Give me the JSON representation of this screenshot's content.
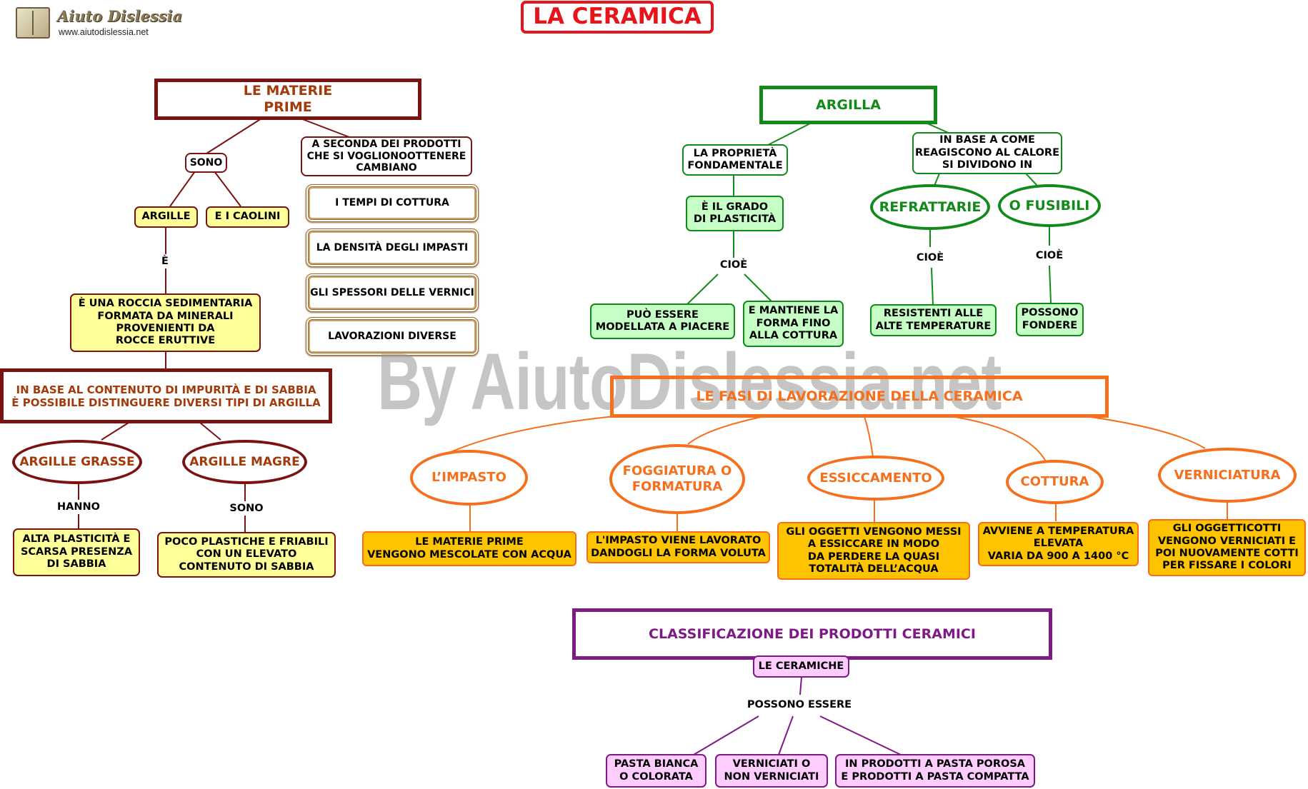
{
  "header": {
    "logo_name": "Aiuto Dislessia",
    "logo_url": "www.aiutodislessia.net",
    "title": "LA CERAMICA"
  },
  "materie_prime": {
    "heading": "LE MATERIE\nPRIME",
    "sono": "SONO",
    "argille": "ARGILLE",
    "caolini": "E I CAOLINI",
    "e_label": "È",
    "roccia": "È UNA ROCCIA SEDIMENTARIA\nFORMATA DA MINERALI\nPROVENIENTI DA\nROCCE ERUTTIVE",
    "in_base": "IN BASE AL CONTENUTO DI IMPURITÀ E DI SABBIA\nÈ POSSIBILE DISTINGUERE DIVERSI TIPI DI ARGILLA",
    "grasse": "ARGILLE GRASSE",
    "magre": "ARGILLE MAGRE",
    "hanno": "HANNO",
    "sono2": "SONO",
    "grasse_desc": "ALTA PLASTICITÀ E\nSCARSA PRESENZA\nDI SABBIA",
    "magre_desc": "POCO PLASTICHE E FRIABILI\nCON UN ELEVATO\nCONTENUTO DI SABBIA",
    "a_seconda": "A SECONDA DEI PRODOTTI\nCHE SI VOGLIONOOTTENERE\nCAMBIANO",
    "cambiano": [
      "I TEMPI DI COTTURA",
      "LA DENSITÀ DEGLI IMPASTI",
      "GLI SPESSORI DELLE VERNICI",
      "LAVORAZIONI DIVERSE"
    ]
  },
  "argilla": {
    "heading": "ARGILLA",
    "proprieta": "LA PROPRIETÀ\nFONDAMENTALE",
    "grado": "È IL GRADO\nDI PLASTICITÀ",
    "cioe1": "CIOÈ",
    "modellata": "PUÒ ESSERE\nMODELLATA A PIACERE",
    "mantiene": "E MANTIENE LA\nFORMA FINO\nALLA COTTURA",
    "in_base_calore": "IN BASE A COME\nREAGISCONO AL CALORE\nSI DIVIDONO IN",
    "refrattarie": "REFRATTARIE",
    "fusibili": "O FUSIBILI",
    "cioe2": "CIOÈ",
    "cioe3": "CIOÈ",
    "resistenti": "RESISTENTI ALLE\nALTE TEMPERATURE",
    "fondere": "POSSONO\nFONDERE"
  },
  "fasi": {
    "heading": "LE FASI DI LAVORAZIONE DELLA CERAMICA",
    "impasto": "L’IMPASTO",
    "foggiatura": "FOGGIATURA O\nFORMATURA",
    "essiccamento": "ESSICCAMENTO",
    "cottura": "COTTURA",
    "verniciatura": "VERNICIATURA",
    "impasto_desc": "LE MATERIE PRIME\nVENGONO MESCOLATE CON ACQUA",
    "foggiatura_desc": "L'IMPASTO VIENE LAVORATO\nDANDOGLI LA FORMA VOLUTA",
    "essiccamento_desc": "GLI OGGETTI VENGONO MESSI\nA ESSICCARE IN MODO\nDA PERDERE LA QUASI\nTOTALITÀ DELL’ACQUA",
    "cottura_desc": "AVVIENE A TEMPERATURA\nELEVATA\nVARIA DA 900 A 1400 °C",
    "verniciatura_desc": "GLI OGGETTICOTTI\nVENGONO VERNICIATI E\nPOI NUOVAMENTE COTTI\nPER FISSARE I COLORI"
  },
  "classificazione": {
    "heading": "CLASSIFICAZIONE DEI PRODOTTI CERAMICI",
    "ceramiche": "LE CERAMICHE",
    "possono": "POSSONO ESSERE",
    "pasta": "PASTA BIANCA\nO COLORATA",
    "verniciati": "VERNICIATI O\nNON VERNICIATI",
    "porosa": "IN PRODOTTI A PASTA POROSA\nE PRODOTTI A PASTA COMPATTA"
  },
  "watermark": "By AiutoDislessia.net",
  "colors": {
    "title_red": "#e8141b",
    "maroon": "#7a1212",
    "green": "#128a1a",
    "orange": "#f56f1c",
    "purple": "#7e1a86",
    "yellow_fill": "#ffff99",
    "light_green_fill": "#c6ffc6",
    "gold_fill": "#ffc400",
    "pink_fill": "#ffccff"
  }
}
